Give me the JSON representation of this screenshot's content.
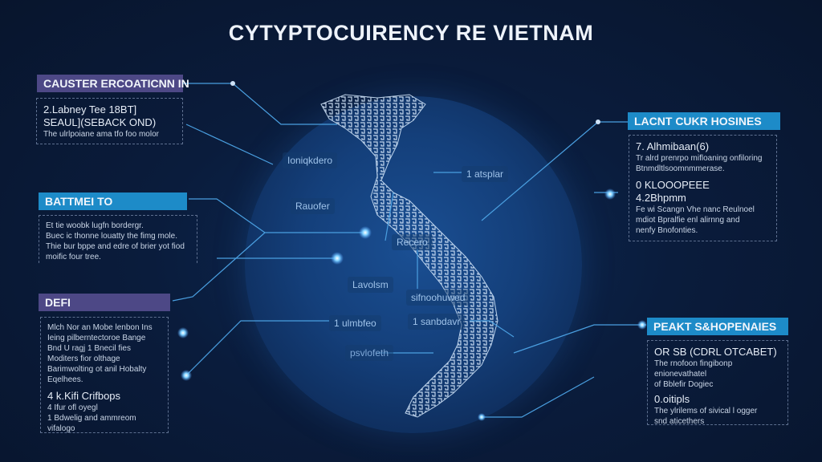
{
  "title": "CYTYPTOCUIRENCY RE VIETNAM",
  "colors": {
    "background": "#0a1c3c",
    "purple_header": "#4d4886",
    "blue_header": "#1d8bc8",
    "map": "#cfe3f8",
    "connector": "#4a9fe0"
  },
  "left_panels": [
    {
      "header": "CAUSTER ERCOATICNN IN",
      "lines": [
        "2.Labney Tee 18BT]",
        "SEAUL](SEBACK OND)"
      ],
      "text": [
        "The ulrlpoiane ama tfo foo molor"
      ]
    },
    {
      "header": "BATTMEI TO",
      "lines": [],
      "text": [
        "Et tie woobk lugfn bordergr.",
        "Buec ic thonne louatty the fimg mole.",
        "Thie bur bppe and edre of brier yot fiod",
        "moific four tree."
      ]
    },
    {
      "header": "DEFI",
      "lines": [],
      "text": [
        "Mlch Nor an Mobe lenbon Ins",
        "Ieing pilberntectoroe Bange",
        "Bnd U ragj 1 Bnecil fies",
        "Moditers fior olthage",
        "Barimwolting ot anil Hobalty",
        "Eqelhees."
      ],
      "stat": "4 k.Kifi Crifbops",
      "stat_lines": [
        "4 Ifur ofl oyegl",
        "1 Bdwelig and ammreom vifalogo"
      ]
    }
  ],
  "right_panels": [
    {
      "header": "LACNT CUKR HOSINES",
      "stat1": "7. Alhmibaan(6)",
      "text1": [
        "Tr alrd prenrpo mifloaning onfiloring",
        "Btnmdltlsoomnmmerase."
      ],
      "stat2": "0 KLOOOPEEE",
      "stat3": "4.2Bhpmm",
      "text2": [
        "Fe wi Scangn Vhe nanc Reulnoel",
        "mdiot Bpralfie enl alirnng and",
        "nenfy Bnofonties."
      ]
    },
    {
      "header": "PEAKT S&HOPENAIES",
      "stat1": "OR SB (CDRL OTCABET)",
      "text1": [
        "The rnofoon fingibonp enionevathatel",
        "of Bblefir Dogiec"
      ],
      "stat2": "0.oitipls",
      "text2": [
        "The ylrilems of sivical l ogger",
        "snd aticethers"
      ]
    }
  ],
  "map_labels": [
    "Ioniqkdero",
    "1 atsplar",
    "Rauofer",
    "Recero",
    "Lavolsm",
    "sifnoohuwed",
    "1 ulmbfeo",
    "1 sanbdavr",
    "psvlofeth"
  ]
}
